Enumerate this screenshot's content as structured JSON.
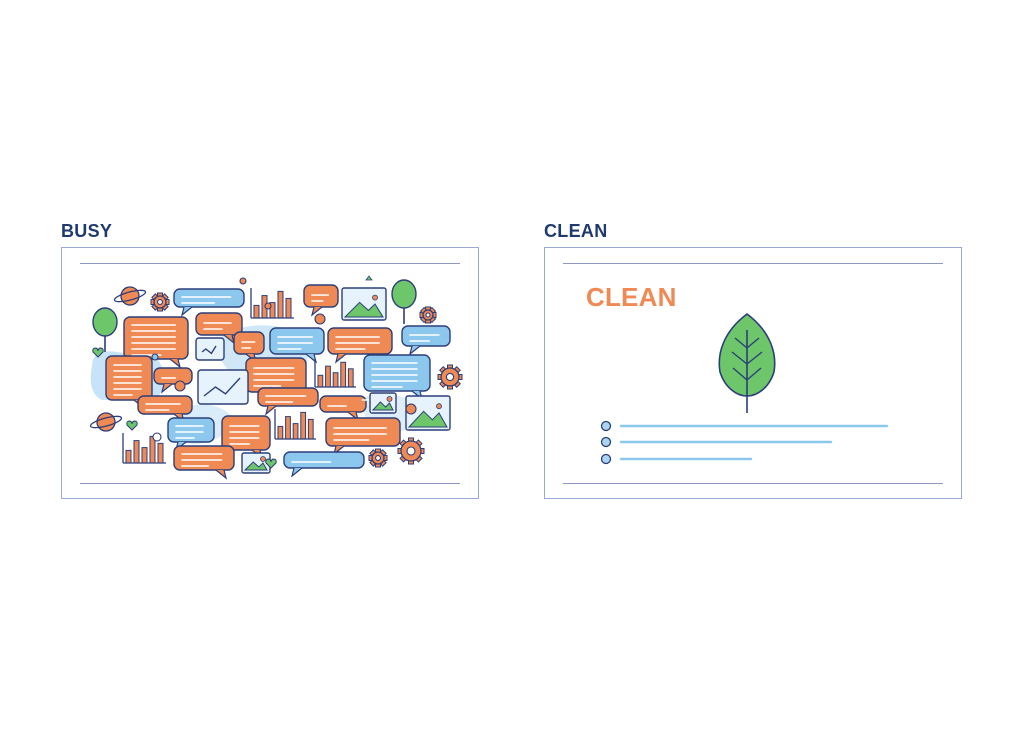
{
  "busy": {
    "label": "BUSY"
  },
  "clean": {
    "label": "CLEAN",
    "title": "CLEAN",
    "bullet_count": 3
  },
  "colors": {
    "navy": "#1f3a6e",
    "orange": "#f08a55",
    "blue": "#8cc7ee",
    "green": "#6dc66a",
    "outline": "#2c3e7a",
    "frame": "#9aaad2"
  },
  "icons": [
    "speech-bubble-icon",
    "bar-chart-icon",
    "line-chart-icon",
    "image-icon",
    "tree-icon",
    "planet-icon",
    "gear-icon",
    "heart-icon",
    "leaf-icon"
  ]
}
